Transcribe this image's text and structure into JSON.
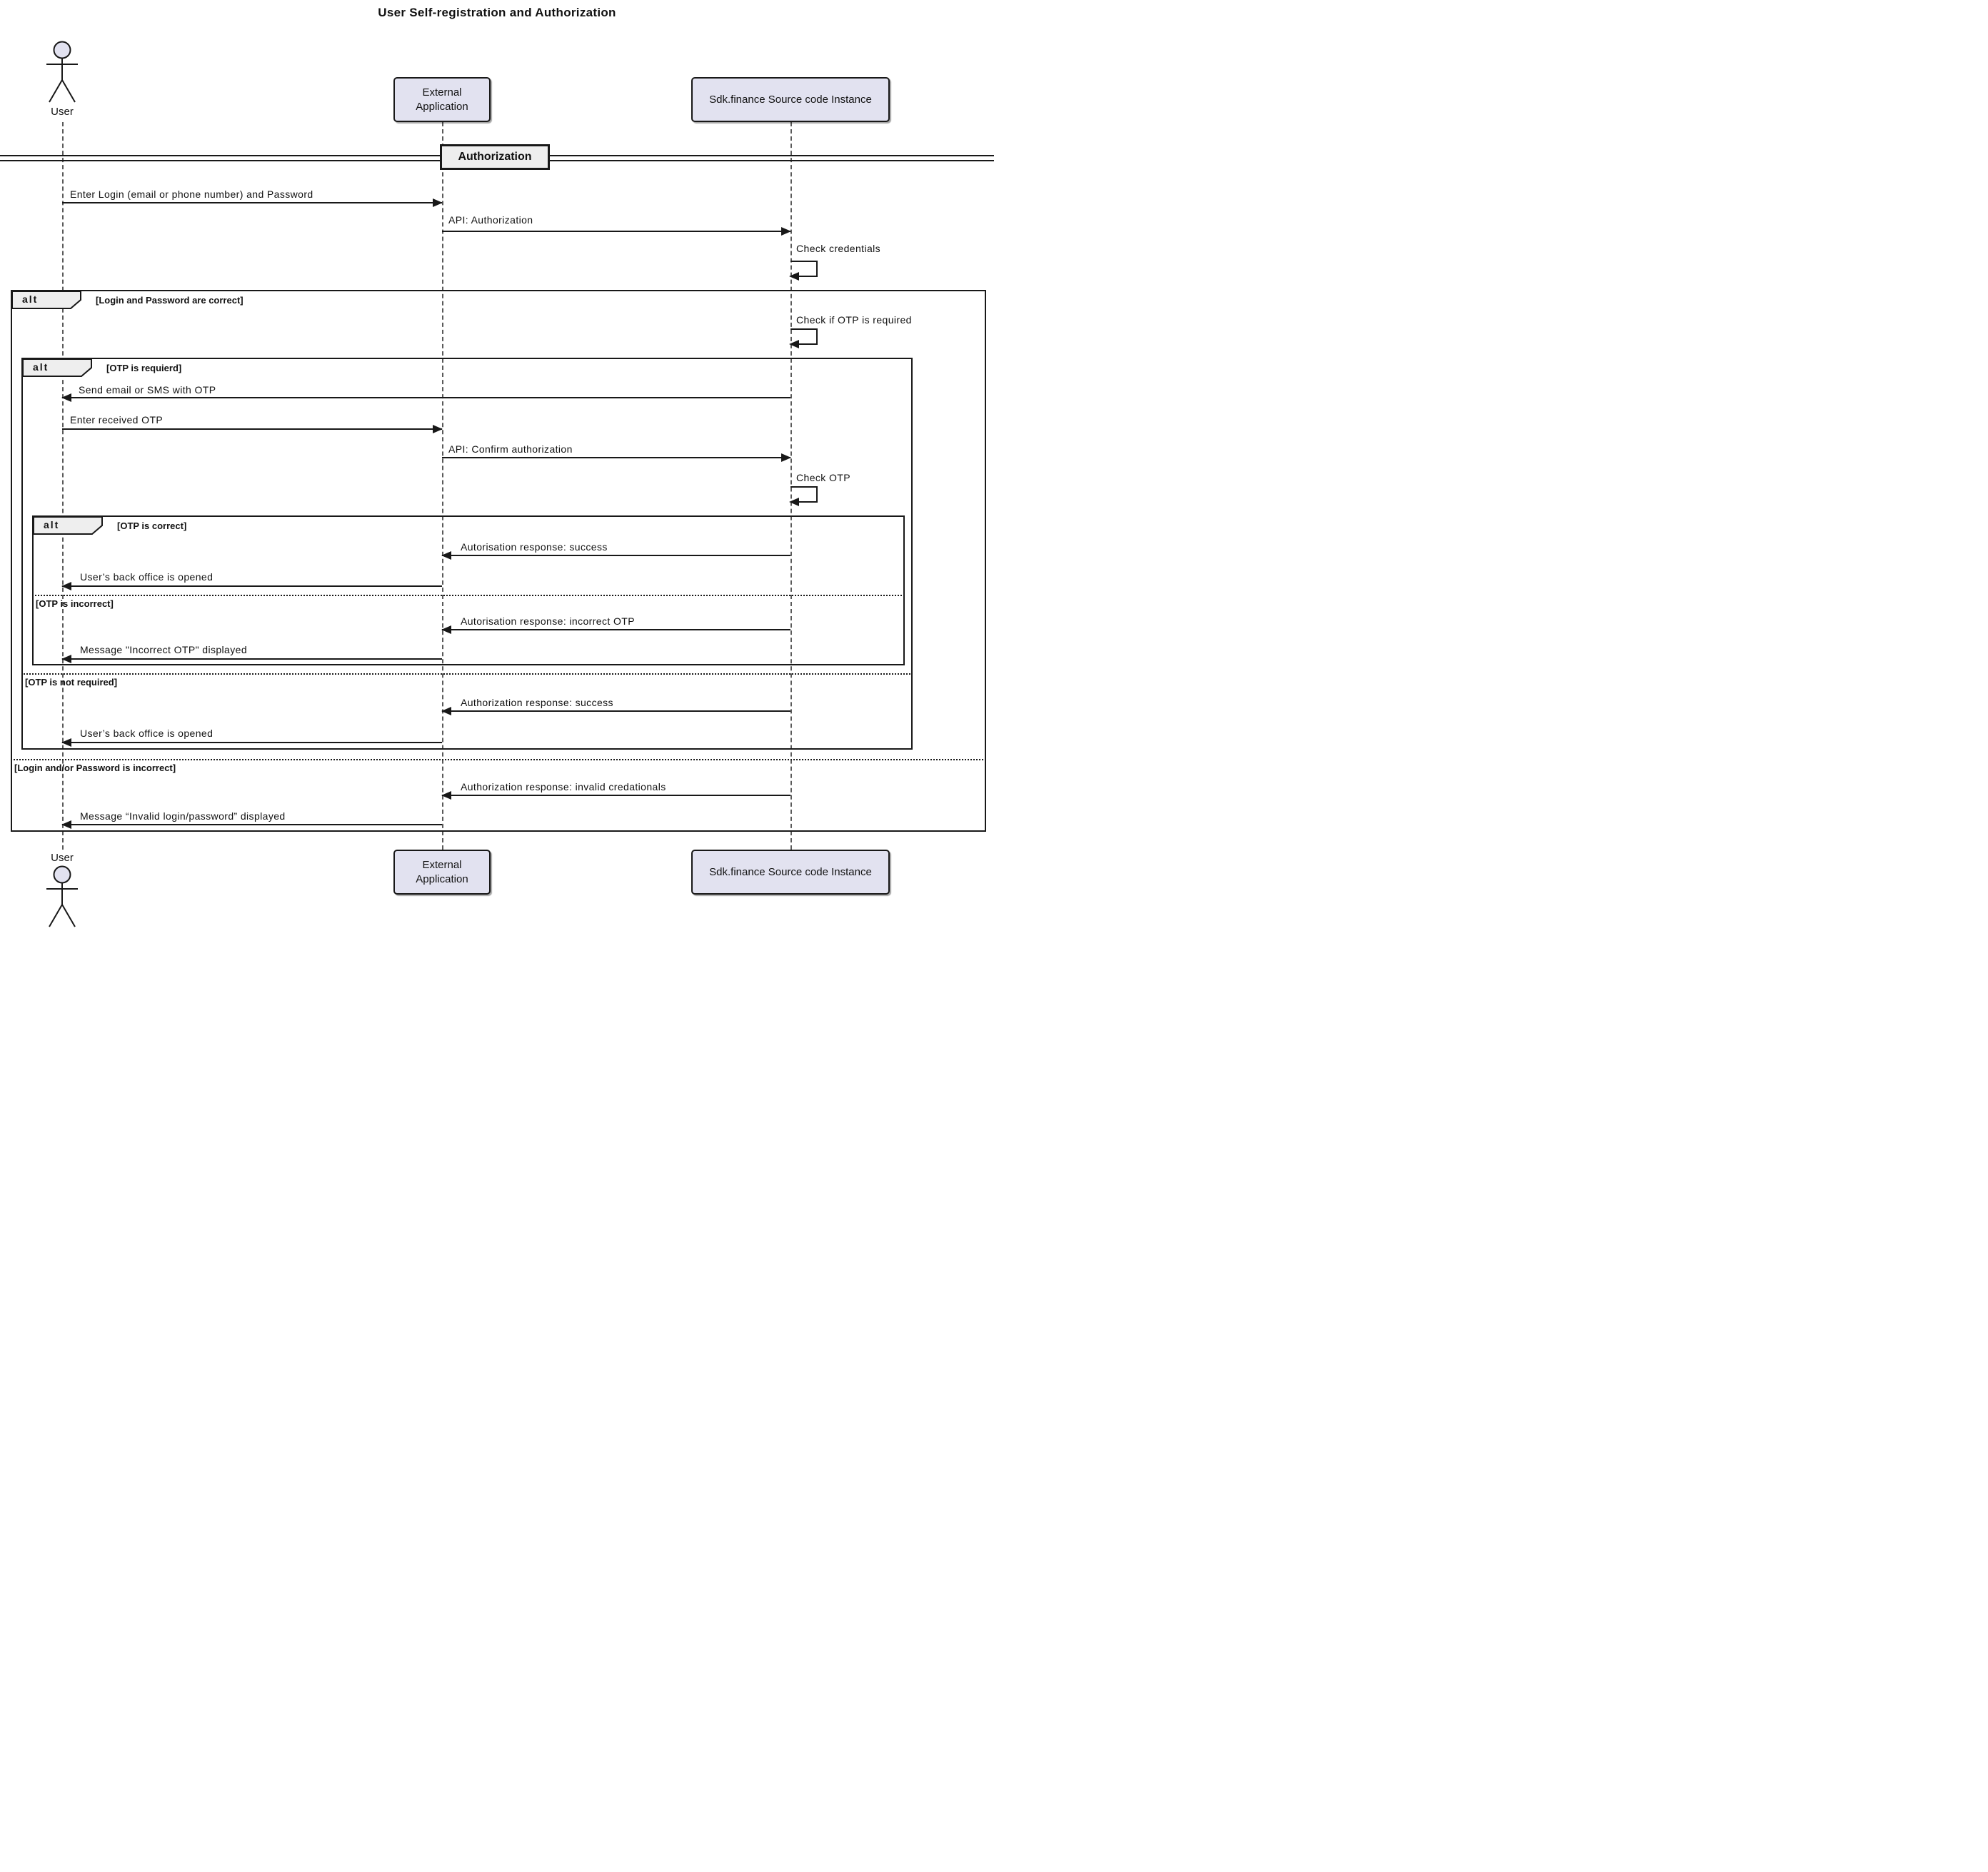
{
  "title": "User Self-registration and Authorization",
  "participants": {
    "user": "User",
    "external_application": "External Application",
    "sdk_instance": "Sdk.finance Source code Instance"
  },
  "divider": {
    "label": "Authorization"
  },
  "fragments": {
    "alt_label": "alt",
    "outer_guard_true": "[Login and Password are correct]",
    "outer_guard_false": "[Login and/or Password is incorrect]",
    "otp_guard_true": "[OTP is requierd]",
    "otp_guard_false": "[OTP is not required]",
    "otp_check_guard_true": "[OTP is correct]",
    "otp_check_guard_false": "[OTP is incorrect]"
  },
  "messages": {
    "enter_login": "Enter Login (email or phone number) and Password",
    "api_authorization": "API: Authorization",
    "check_credentials": "Check credentials",
    "check_if_otp_required": "Check if OTP is required",
    "send_otp": "Send email or SMS with OTP",
    "enter_received_otp": "Enter received OTP",
    "api_confirm_authorization": "API: Confirm authorization",
    "check_otp": "Check OTP",
    "autorisation_success": "Autorisation response: success",
    "back_office_opened_1": "User’s back office is opened",
    "autorisation_incorrect_otp": "Autorisation response: incorrect OTP",
    "incorrect_otp_displayed": "Message \"Incorrect OTP\" displayed",
    "authorization_success": "Authorization response: success",
    "back_office_opened_2": "User’s back office is opened",
    "invalid_credentials": "Authorization response: invalid credationals",
    "invalid_login_displayed": "Message “Invalid login/password” displayed"
  }
}
